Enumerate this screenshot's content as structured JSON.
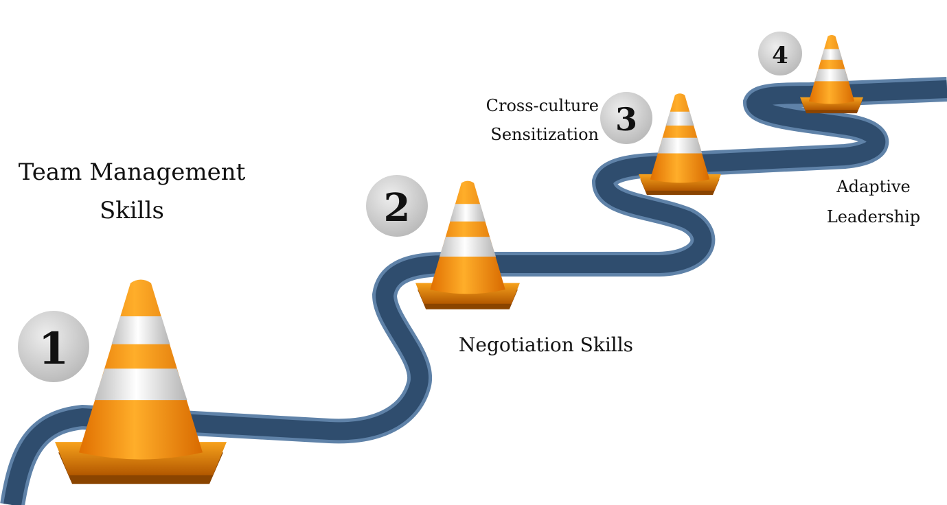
{
  "title": "Team Management Skills roadmap",
  "colors": {
    "road": "#2f4d6e",
    "road_edge": "#5f82a8",
    "cone_orange": "#f28a0c",
    "cone_white": "#f2f2f2",
    "badge": "#c8c8c8"
  },
  "heading": {
    "line1": "Team Management",
    "line2": "Skills"
  },
  "steps": [
    {
      "number": "1",
      "label_lines": []
    },
    {
      "number": "2",
      "label_lines": [
        "Negotiation Skills"
      ]
    },
    {
      "number": "3",
      "label_lines": [
        "Cross-culture",
        "Sensitization"
      ]
    },
    {
      "number": "4",
      "label_lines": [
        "Adaptive",
        "Leadership"
      ]
    }
  ]
}
